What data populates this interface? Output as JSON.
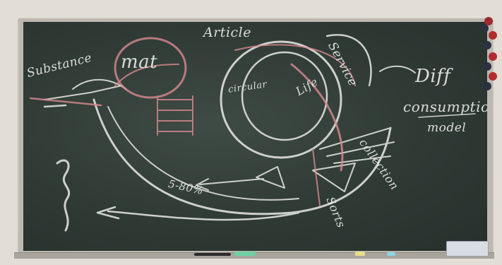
{
  "board": {
    "labels": {
      "substance": "Substance",
      "mat": "mat",
      "article": "Article",
      "circular": "circular",
      "service": "Service",
      "life": "Life",
      "diff": "Diff",
      "consumption": "consumptio",
      "model": "model",
      "collection": "collection",
      "sorts": "Sorts",
      "percent": "5-80%"
    }
  },
  "colors": {
    "board": "#2f3a35",
    "chalk_white": "#e9e9e4",
    "chalk_pink": "#d98a8f"
  },
  "magnet_colors": [
    "#9c2a2f",
    "#2b3140",
    "#b12c31",
    "#2b3140",
    "#b12c31",
    "#2b3140",
    "#b12c31"
  ],
  "tray_items": [
    "chalk",
    "eraser-green",
    "chalk-yellow",
    "chalk-blue",
    "eraser-box"
  ]
}
